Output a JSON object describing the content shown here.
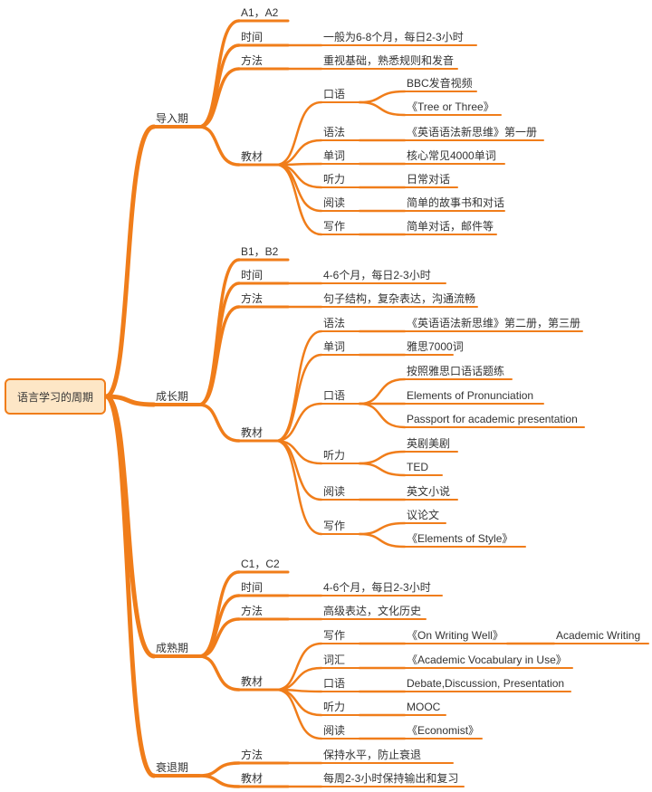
{
  "root": {
    "label": "语言学习的周期"
  },
  "colors": {
    "branch": "#f07d1a",
    "root_fill": "#fde6c6",
    "text": "#333333"
  },
  "nodes": [
    {
      "id": "p1",
      "parent": "root",
      "label": "导入期"
    },
    {
      "id": "p1_level",
      "parent": "p1",
      "label": "A1，A2"
    },
    {
      "id": "p1_time",
      "parent": "p1",
      "label": "时间"
    },
    {
      "id": "p1_time_v",
      "parent": "p1_time",
      "label": "一般为6-8个月，每日2-3小时"
    },
    {
      "id": "p1_method",
      "parent": "p1",
      "label": "方法"
    },
    {
      "id": "p1_method_v",
      "parent": "p1_method",
      "label": "重视基础，熟悉规则和发音"
    },
    {
      "id": "p1_mat",
      "parent": "p1",
      "label": "教材"
    },
    {
      "id": "p1_speak",
      "parent": "p1_mat",
      "label": "口语"
    },
    {
      "id": "p1_speak_a",
      "parent": "p1_speak",
      "label": "BBC发音视频"
    },
    {
      "id": "p1_speak_b",
      "parent": "p1_speak",
      "label": "《Tree or Three》"
    },
    {
      "id": "p1_gram",
      "parent": "p1_mat",
      "label": "语法"
    },
    {
      "id": "p1_gram_v",
      "parent": "p1_gram",
      "label": "《英语语法新思维》第一册"
    },
    {
      "id": "p1_word",
      "parent": "p1_mat",
      "label": "单词"
    },
    {
      "id": "p1_word_v",
      "parent": "p1_word",
      "label": "核心常见4000单词"
    },
    {
      "id": "p1_listen",
      "parent": "p1_mat",
      "label": "听力"
    },
    {
      "id": "p1_listen_v",
      "parent": "p1_listen",
      "label": "日常对话"
    },
    {
      "id": "p1_read",
      "parent": "p1_mat",
      "label": "阅读"
    },
    {
      "id": "p1_read_v",
      "parent": "p1_read",
      "label": "简单的故事书和对话"
    },
    {
      "id": "p1_write",
      "parent": "p1_mat",
      "label": "写作"
    },
    {
      "id": "p1_write_v",
      "parent": "p1_write",
      "label": "简单对话，邮件等"
    },
    {
      "id": "p2",
      "parent": "root",
      "label": "成长期"
    },
    {
      "id": "p2_level",
      "parent": "p2",
      "label": "B1，B2"
    },
    {
      "id": "p2_time",
      "parent": "p2",
      "label": "时间"
    },
    {
      "id": "p2_time_v",
      "parent": "p2_time",
      "label": "4-6个月，每日2-3小时"
    },
    {
      "id": "p2_method",
      "parent": "p2",
      "label": "方法"
    },
    {
      "id": "p2_method_v",
      "parent": "p2_method",
      "label": "句子结构，复杂表达，沟通流畅"
    },
    {
      "id": "p2_mat",
      "parent": "p2",
      "label": "教材"
    },
    {
      "id": "p2_gram",
      "parent": "p2_mat",
      "label": "语法"
    },
    {
      "id": "p2_gram_v",
      "parent": "p2_gram",
      "label": "《英语语法新思维》第二册，第三册"
    },
    {
      "id": "p2_word",
      "parent": "p2_mat",
      "label": "单词"
    },
    {
      "id": "p2_word_v",
      "parent": "p2_word",
      "label": "雅思7000词"
    },
    {
      "id": "p2_speak",
      "parent": "p2_mat",
      "label": "口语"
    },
    {
      "id": "p2_speak_a",
      "parent": "p2_speak",
      "label": "按照雅思口语话题练"
    },
    {
      "id": "p2_speak_b",
      "parent": "p2_speak",
      "label": "Elements of Pronunciation"
    },
    {
      "id": "p2_speak_c",
      "parent": "p2_speak",
      "label": "Passport for academic presentation"
    },
    {
      "id": "p2_listen",
      "parent": "p2_mat",
      "label": "听力"
    },
    {
      "id": "p2_listen_a",
      "parent": "p2_listen",
      "label": "英剧美剧"
    },
    {
      "id": "p2_listen_b",
      "parent": "p2_listen",
      "label": "TED"
    },
    {
      "id": "p2_read",
      "parent": "p2_mat",
      "label": "阅读"
    },
    {
      "id": "p2_read_v",
      "parent": "p2_read",
      "label": "英文小说"
    },
    {
      "id": "p2_write",
      "parent": "p2_mat",
      "label": "写作"
    },
    {
      "id": "p2_write_a",
      "parent": "p2_write",
      "label": "议论文"
    },
    {
      "id": "p2_write_b",
      "parent": "p2_write",
      "label": "《Elements of Style》"
    },
    {
      "id": "p3",
      "parent": "root",
      "label": "成熟期"
    },
    {
      "id": "p3_level",
      "parent": "p3",
      "label": "C1，C2"
    },
    {
      "id": "p3_time",
      "parent": "p3",
      "label": "时间"
    },
    {
      "id": "p3_time_v",
      "parent": "p3_time",
      "label": "4-6个月，每日2-3小时"
    },
    {
      "id": "p3_method",
      "parent": "p3",
      "label": "方法"
    },
    {
      "id": "p3_method_v",
      "parent": "p3_method",
      "label": "高级表达，文化历史"
    },
    {
      "id": "p3_mat",
      "parent": "p3",
      "label": "教材"
    },
    {
      "id": "p3_write",
      "parent": "p3_mat",
      "label": "写作"
    },
    {
      "id": "p3_write_v",
      "parent": "p3_write",
      "label": "《On Writing Well》"
    },
    {
      "id": "p3_write_vv",
      "parent": "p3_write_v",
      "label": "Academic Writing"
    },
    {
      "id": "p3_vocab",
      "parent": "p3_mat",
      "label": "词汇"
    },
    {
      "id": "p3_vocab_v",
      "parent": "p3_vocab",
      "label": "《Academic Vocabulary in Use》"
    },
    {
      "id": "p3_speak",
      "parent": "p3_mat",
      "label": "口语"
    },
    {
      "id": "p3_speak_v",
      "parent": "p3_speak",
      "label": "Debate,Discussion, Presentation"
    },
    {
      "id": "p3_listen",
      "parent": "p3_mat",
      "label": "听力"
    },
    {
      "id": "p3_listen_v",
      "parent": "p3_listen",
      "label": "MOOC"
    },
    {
      "id": "p3_read",
      "parent": "p3_mat",
      "label": "阅读"
    },
    {
      "id": "p3_read_v",
      "parent": "p3_read",
      "label": "《Economist》"
    },
    {
      "id": "p4",
      "parent": "root",
      "label": "衰退期"
    },
    {
      "id": "p4_method",
      "parent": "p4",
      "label": "方法"
    },
    {
      "id": "p4_method_v",
      "parent": "p4_method",
      "label": "保持水平，防止衰退"
    },
    {
      "id": "p4_mat",
      "parent": "p4",
      "label": "教材"
    },
    {
      "id": "p4_mat_v",
      "parent": "p4_mat",
      "label": "每周2-3小时保持输出和复习"
    }
  ]
}
